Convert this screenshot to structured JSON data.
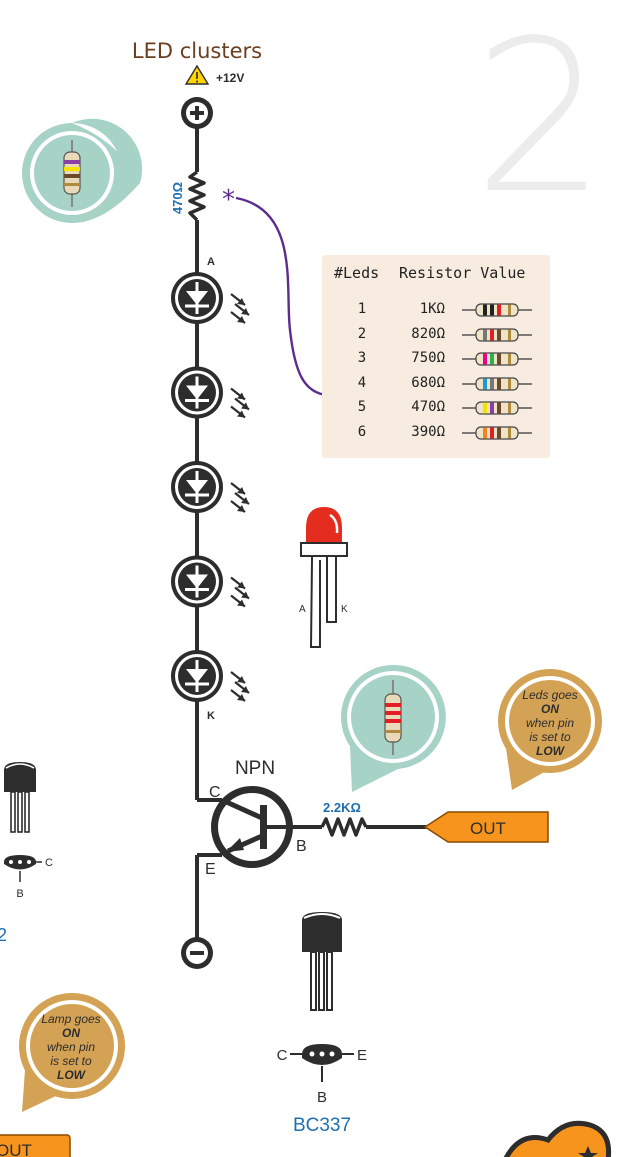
{
  "header": {
    "title": "LED clusters",
    "supply_label": "+12V",
    "big_number": "2"
  },
  "circuit": {
    "resistor_top": "470Ω",
    "anode_label": "A",
    "cathode_label": "K",
    "transistor_type": "NPN",
    "collector_label": "C",
    "base_label": "B",
    "emitter_label": "E",
    "base_resistor": "2.2KΩ",
    "out_label": "OUT",
    "led_count": 5
  },
  "led_part": {
    "anode_label": "A",
    "cathode_label": "K",
    "color": "#e52d1f"
  },
  "table": {
    "header_leds": "#Leds",
    "header_value": "Resistor Value",
    "rows": [
      {
        "leds": "1",
        "value": "1KΩ",
        "bands": [
          "#222222",
          "#222222",
          "#e31e24",
          "#b08a3e"
        ]
      },
      {
        "leds": "2",
        "value": "820Ω",
        "bands": [
          "#777777",
          "#e31e24",
          "#6b4a2b",
          "#b08a3e"
        ]
      },
      {
        "leds": "3",
        "value": "750Ω",
        "bands": [
          "#ec008c",
          "#2bb24c",
          "#6b4a2b",
          "#b08a3e"
        ]
      },
      {
        "leds": "4",
        "value": "680Ω",
        "bands": [
          "#1b9ad6",
          "#777777",
          "#6b4a2b",
          "#b08a3e"
        ]
      },
      {
        "leds": "5",
        "value": "470Ω",
        "bands": [
          "#f4e300",
          "#8b3fa6",
          "#6b4a2b",
          "#b08a3e"
        ]
      },
      {
        "leds": "6",
        "value": "390Ω",
        "bands": [
          "#f58220",
          "#e31e24",
          "#6b4a2b",
          "#b08a3e"
        ]
      }
    ]
  },
  "callouts": {
    "leds_note": [
      "Leds goes",
      "ON",
      "when pin",
      "is set to",
      "LOW"
    ],
    "lamp_note": [
      "Lamp goes",
      "ON",
      "when pin",
      "is set to",
      "LOW"
    ]
  },
  "transistor_part": {
    "name": "BC337",
    "pin_c": "C",
    "pin_b": "B",
    "pin_e": "E"
  },
  "left_partial": {
    "pin_c": "C",
    "pin_b": "B",
    "name_fragment": "2",
    "out_label": "OUT"
  },
  "colors": {
    "wire": "#2d2d2d",
    "title": "#6b3e1e",
    "accent_blue": "#1f6fb2",
    "orange": "#f7941d",
    "teal": "#a7d3c6",
    "callout_tan": "#d4a254",
    "purple": "#5b2d8e"
  }
}
